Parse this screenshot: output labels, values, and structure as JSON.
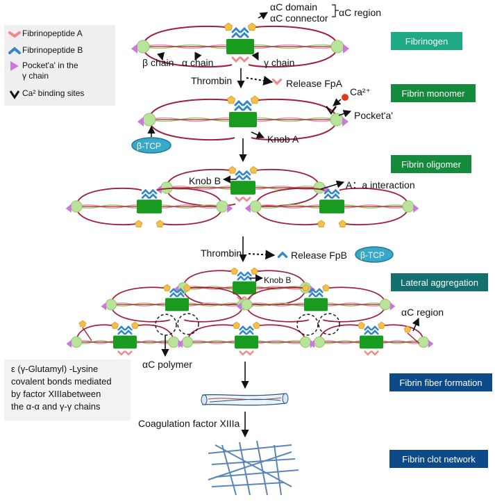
{
  "legend": {
    "fpa": "Fibrinopeptide A",
    "fpb": "Fibrinopeptide B",
    "pocket_line1": "Pocket'a'  in the",
    "pocket_line2": "γ chain",
    "ca": "Ca²  binding sites"
  },
  "stages": [
    {
      "label": "Fibrinogen",
      "color": "#1faa86"
    },
    {
      "label": "Fibrin monomer",
      "color": "#138a3c"
    },
    {
      "label": "Fibrin oligomer",
      "color": "#138a3c"
    },
    {
      "label": "Lateral aggregation",
      "color": "#13706e"
    },
    {
      "label": "Fibrin fiber formation",
      "color": "#0d4a8a"
    },
    {
      "label": "Fibrin clot network",
      "color": "#0d4a8a"
    }
  ],
  "labels": {
    "ac_domain": "αC domain",
    "ac_connector": "αC connector",
    "ac_region": "αC  region",
    "beta_chain": "β chain",
    "alpha_chain": "α chain",
    "gamma_chain": "γ chain",
    "thrombin1": "Thrombin",
    "release_fpa": "Release FpA",
    "ca2": "Ca²⁺",
    "pocket_a": "Pocket'a'",
    "beta_tcp": "β-TCP",
    "knob_a": "Knob A",
    "knob_b": "Knob B",
    "a_interaction": "A：a interaction",
    "thrombin2": "Thrombin",
    "release_fpb": "Release FpB",
    "beta_tcp2": "β-TCP",
    "knob_b2": "Knob B",
    "ac_region2": "αC region",
    "ac_polymer": "αC polymer",
    "factor": "Coagulation factor XIIIa"
  },
  "note": {
    "line1": "ε (γ-Glutamyl) -Lysine",
    "line2": "covalent bonds mediated",
    "line3": "by factor XIIIabetween",
    "line4": "the α-α and γ-γ chains"
  },
  "colors": {
    "fpa": "#f08a8a",
    "fpb": "#2f86c8",
    "pocket": "#cc77dd",
    "node": "#b9e39a",
    "domain": "#189b1f",
    "pentagon": "#f5c04a",
    "outer_chain": "#a01d3c",
    "chain_green": "#9fd36a",
    "chain_pink": "#e59aa8",
    "tcp": "#3aa9c8",
    "mesh": "#5a86b7"
  }
}
